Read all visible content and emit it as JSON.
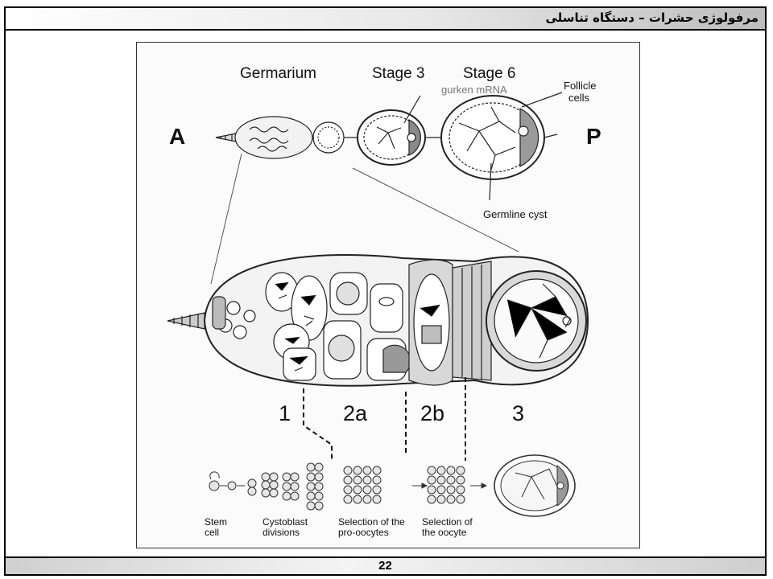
{
  "header": {
    "title": "مرفولوژی حشرات – دستگاه تناسلی"
  },
  "footer": {
    "page_number": "22"
  },
  "figure": {
    "top_labels": {
      "germarium": "Germarium",
      "stage3": "Stage 3",
      "stage6": "Stage 6",
      "gurken": "gurken mRNA",
      "follicle": "Follicle",
      "follicle2": "cells",
      "germline": "Germline cyst",
      "anterior": "A",
      "posterior": "P"
    },
    "region_labels": [
      "1",
      "2a",
      "2b",
      "3"
    ],
    "step_labels": {
      "stem1": "Stem",
      "stem2": "cell",
      "cyto1": "Cystoblast",
      "cyto2": "divisions",
      "pro1": "Selection of the",
      "pro2": "pro-oocytes",
      "oo1": "Selection of",
      "oo2": "the oocyte"
    }
  }
}
